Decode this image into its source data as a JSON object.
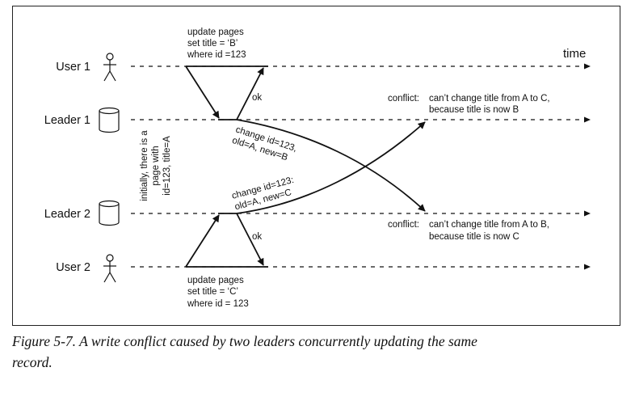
{
  "figure": {
    "time_label": "time",
    "participants": {
      "user1": "User 1",
      "leader1": "Leader 1",
      "leader2": "Leader 2",
      "user2": "User 2"
    },
    "query_user1": [
      "update pages",
      "set title = ‘B’",
      "where id =123"
    ],
    "query_user2": [
      "update pages",
      "set title = ‘C’",
      "where id = 123"
    ],
    "ok_label": "ok",
    "change_b": [
      "change id=123,",
      "old=A, new=B"
    ],
    "change_c": [
      "change id=123:",
      "old=A, new=C"
    ],
    "initial_note": [
      "initially, there is a",
      "page with",
      "id=123, title=A"
    ],
    "conflict_top": [
      "conflict:",
      "can’t change title from A to C,",
      "because title is now B"
    ],
    "conflict_bottom": [
      "conflict:",
      "can’t change title from A to B,",
      "because title is now C"
    ]
  },
  "caption": [
    "Figure 5-7. A write conflict caused by two leaders concurrently updating the same",
    "record."
  ]
}
